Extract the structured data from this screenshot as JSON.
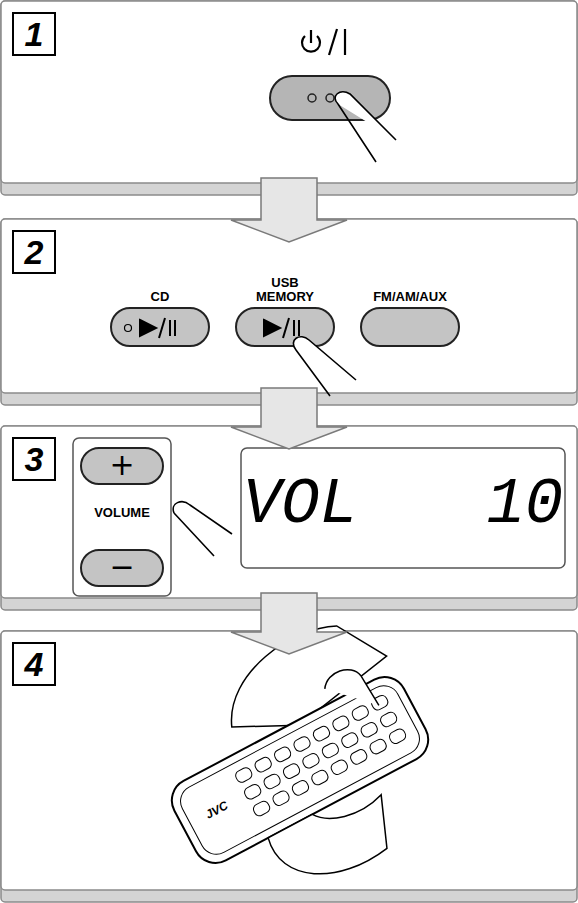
{
  "diagram": {
    "nodes": [
      {
        "text": [
          "1"
        ]
      },
      {
        "text": [
          "2"
        ]
      },
      {
        "text": [
          "3"
        ]
      },
      {
        "text": [
          "4"
        ]
      },
      {
        "text": [
          "CD"
        ],
        "in": 1
      },
      {
        "text": [
          "USB MEMORY"
        ],
        "in": 1
      },
      {
        "text": [
          "FM/AM/AUX"
        ],
        "in": 1
      },
      {
        "text": [
          "VOLUME"
        ],
        "in": 2
      },
      {
        "text": [
          "+"
        ],
        "in": 7
      },
      {
        "text": [
          "−"
        ],
        "in": 7
      },
      {
        "text": [
          "VOL 10"
        ],
        "in": 2
      }
    ],
    "edges": [
      {
        "from": 0,
        "to": 1,
        "arrow": "to"
      },
      {
        "from": 1,
        "to": 2,
        "arrow": "to"
      },
      {
        "from": 2,
        "to": 3,
        "arrow": "to"
      }
    ],
    "labels": [
      "JVC"
    ]
  }
}
